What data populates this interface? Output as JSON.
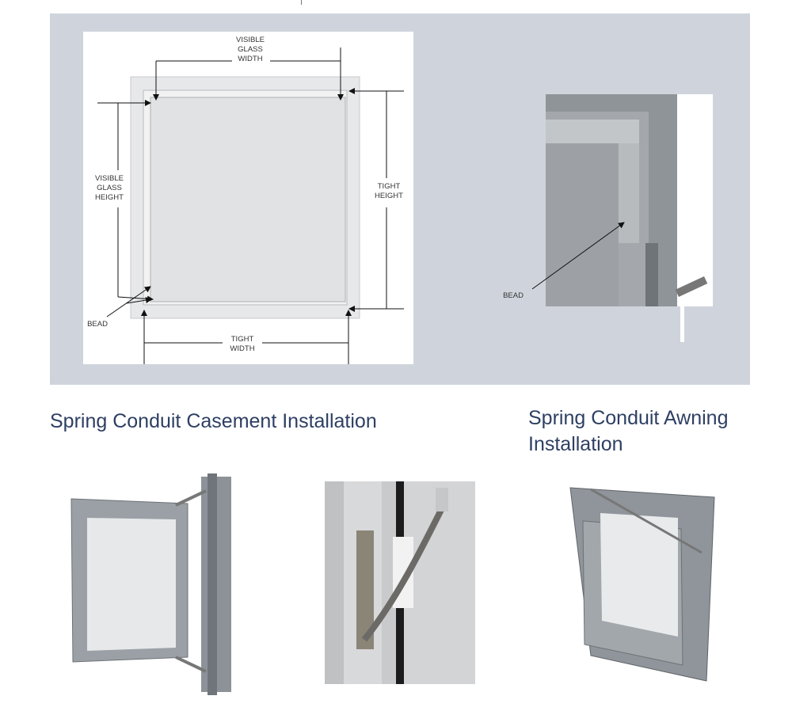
{
  "diagram": {
    "visible_glass_width": "VISIBLE\nGLASS\nWIDTH",
    "visible_glass_height": "VISIBLE\nGLASS\nHEIGHT",
    "tight_height": "TIGHT\nHEIGHT",
    "tight_width": "TIGHT\nWIDTH",
    "bead": "BEAD"
  },
  "detail": {
    "bead": "BEAD"
  },
  "headings": {
    "casement": "Spring Conduit Casement Installation",
    "awning": "Spring Conduit Awning Installation"
  },
  "colors": {
    "panel": "#cfd4dc",
    "heading": "#2e3f63",
    "frame": "#8a9096"
  }
}
